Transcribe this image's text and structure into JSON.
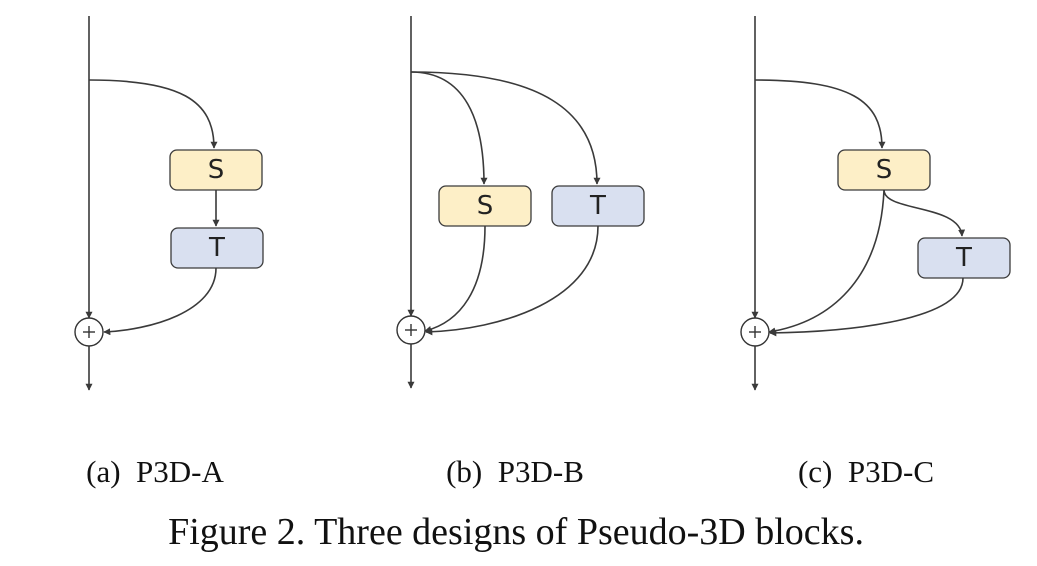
{
  "colors": {
    "spatial_fill": "#fdefc7",
    "temporal_fill": "#d9e0f0",
    "line": "#3a3a3a"
  },
  "nodes": {
    "spatial_label": "S",
    "temporal_label": "T"
  },
  "subfigures": [
    {
      "label": "(a)  P3D-A"
    },
    {
      "label": "(b)  P3D-B"
    },
    {
      "label": "(c)  P3D-C"
    }
  ],
  "caption": "Figure 2. Three designs of Pseudo-3D blocks."
}
